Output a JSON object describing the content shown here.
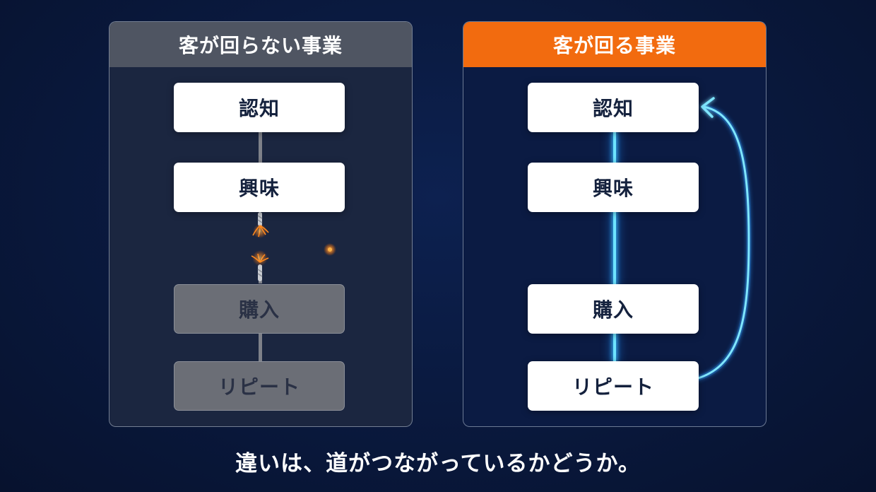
{
  "left_panel": {
    "title": "客が回らない事業",
    "steps": [
      "認知",
      "興味",
      "購入",
      "リピート"
    ]
  },
  "right_panel": {
    "title": "客が回る事業",
    "steps": [
      "認知",
      "興味",
      "購入",
      "リピート"
    ]
  },
  "caption": "違いは、道がつながっているかどうか。",
  "colors": {
    "background": "#0a1a40",
    "left_header": "#4f5562",
    "right_header": "#f26b0f",
    "dim_box": "#6b6e76",
    "active_box": "#ffffff",
    "flow_line": "#6ee4ff",
    "spark": "#ff8a1f"
  },
  "icons": [
    "broken-rope-icon",
    "spark-icon",
    "return-arrow-icon"
  ]
}
